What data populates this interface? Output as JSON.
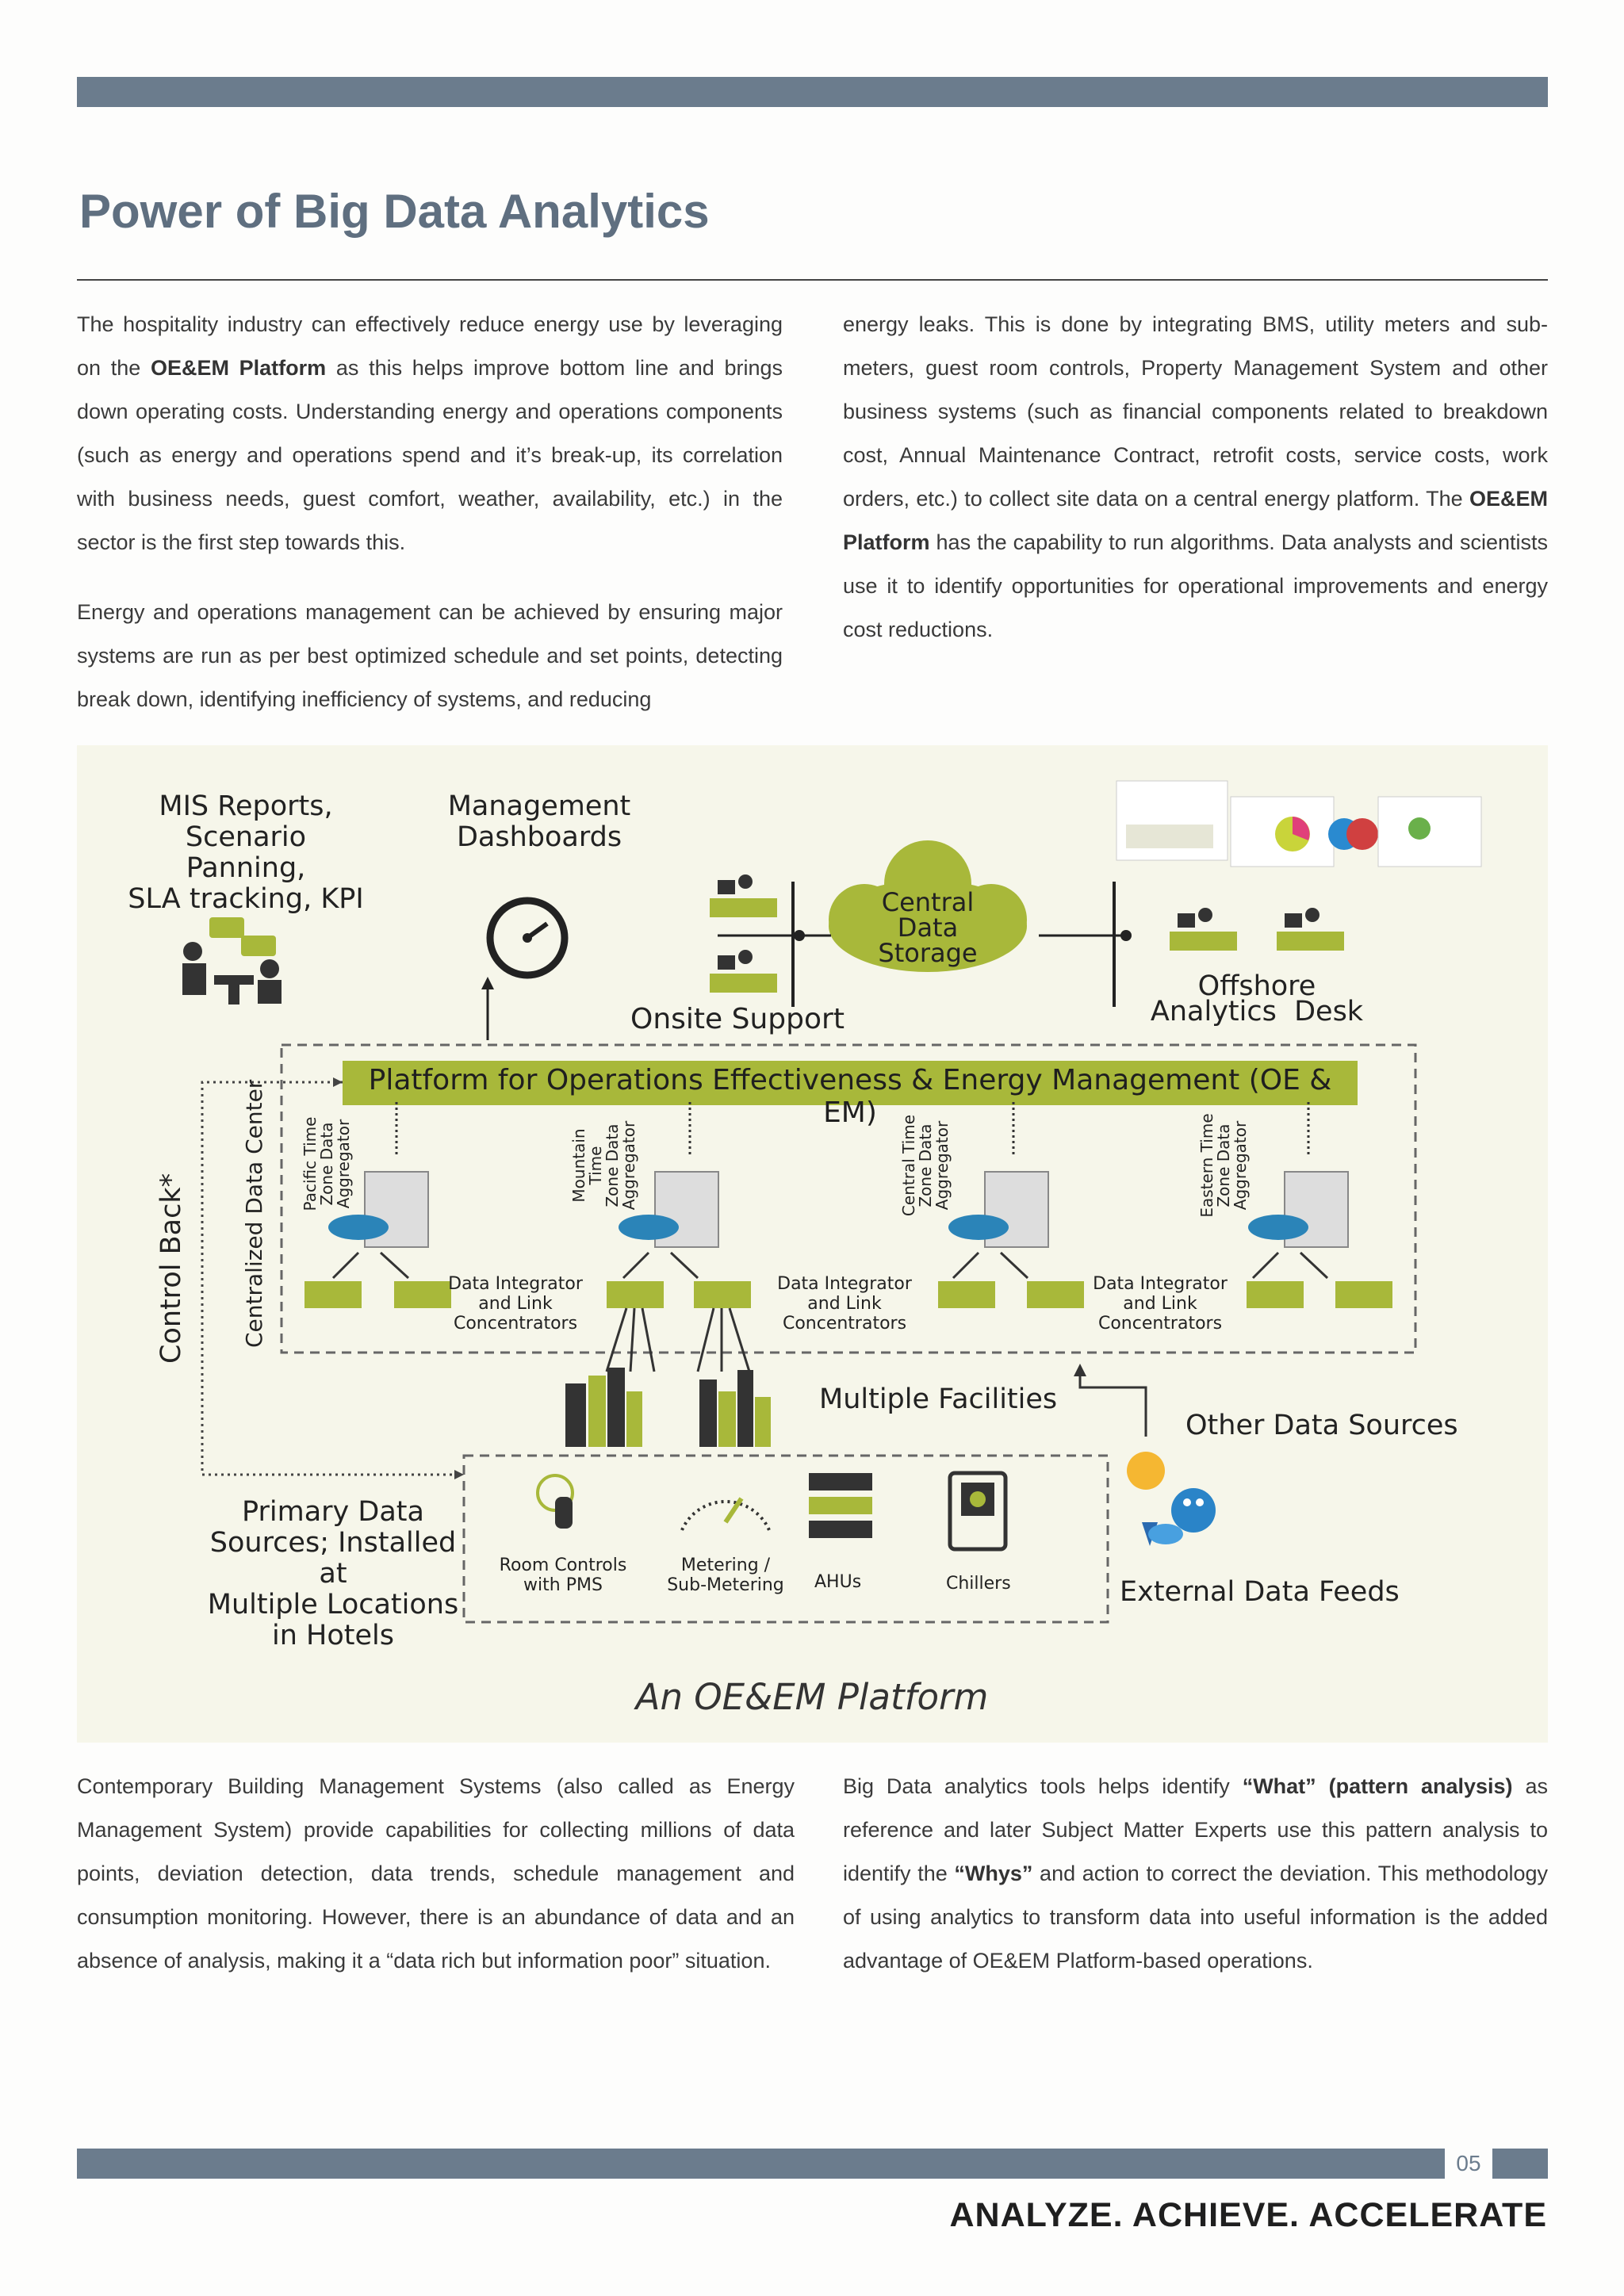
{
  "page": {
    "title": "Power of Big Data Analytics",
    "page_number": "05",
    "tagline": "ANALYZE. ACHIEVE. ACCELERATE"
  },
  "intro": {
    "left_p1_a": "The hospitality industry can effectively reduce energy use by leveraging on the ",
    "left_p1_bold": "OE&EM Platform",
    "left_p1_b": " as this helps improve bottom line and brings down operating costs. Understanding energy and operations components (such as energy and operations spend and it’s break-up, its correlation with business needs, guest comfort, weather, availability, etc.) in the sector is the first step towards this.",
    "left_p2": "Energy and operations management can be achieved by ensuring major systems are run as per best optimized schedule and set points, detecting break down, identifying inefficiency of systems, and reducing",
    "right_p1_a": "energy leaks. This is done by integrating BMS, utility meters and sub-meters, guest room controls, Property Management System and other business systems (such as financial components related to breakdown cost, Annual Maintenance Contract, retrofit costs, service costs, work orders, etc.) to collect site data on a central energy platform. The ",
    "right_p1_bold": "OE&EM Platform",
    "right_p1_b": " has the capability to run algorithms. Data analysts and scientists use it to identify opportunities for operational improvements and energy cost reductions."
  },
  "diagram": {
    "mis_reports": [
      "MIS Reports,",
      "Scenario Panning,",
      "SLA tracking, KPI"
    ],
    "management_dashboards": [
      "Management",
      "Dashboards"
    ],
    "central_storage": [
      "Central",
      "Data",
      "Storage"
    ],
    "onsite_support": "Onsite Support",
    "offshore": [
      "Offshore",
      "Analytics  Desk"
    ],
    "platform_banner": "Platform for Operations Effectiveness & Energy Management (OE & EM)",
    "control_back": "Control Back*",
    "centralized_dc": "Centralized Data Center",
    "aggregators": [
      [
        "Pacific Time",
        "Zone Data",
        "Aggregator"
      ],
      [
        "Mountain Time",
        "Zone Data",
        "Aggregator"
      ],
      [
        "Central Time",
        "Zone Data",
        "Aggregator"
      ],
      [
        "Eastern Time",
        "Zone Data",
        "Aggregator"
      ]
    ],
    "integrators": [
      [
        "Data Integrator",
        "and Link",
        "Concentrators"
      ],
      [
        "Data Integrator",
        "and Link",
        "Concentrators"
      ],
      [
        "Data Integrator",
        "and Link",
        "Concentrators"
      ]
    ],
    "multiple_facilities": "Multiple Facilities",
    "other_sources": "Other Data Sources",
    "primary_sources": [
      "Primary Data",
      "Sources; Installed at",
      "Multiple Locations",
      "in Hotels"
    ],
    "devices": {
      "room_controls": [
        "Room Controls",
        "with PMS"
      ],
      "metering": [
        "Metering /",
        "Sub-Metering"
      ],
      "ahus": "AHUs",
      "chillers": "Chillers"
    },
    "external_feeds": "External Data Feeds",
    "caption": "An OE&EM Platform",
    "accent_color": "#a8b83a",
    "dark_color": "#3a3a3a"
  },
  "outro": {
    "left": "Contemporary Building Management Systems (also called as Energy Management System) provide capabilities for collecting millions of data points, deviation detection, data trends, schedule management and consumption monitoring. However, there is an abundance of data and an absence of analysis, making it a “data rich but information poor” situation.",
    "right_a": "Big Data analytics tools helps identify ",
    "right_bold1": "“What” (pattern analysis)",
    "right_b": " as reference and later Subject Matter Experts use this pattern analysis to identify the ",
    "right_bold2": "“Whys”",
    "right_c": " and action to correct the deviation. This methodology of using analytics to transform data into useful information is the added advantage of OE&EM Platform-based operations."
  }
}
